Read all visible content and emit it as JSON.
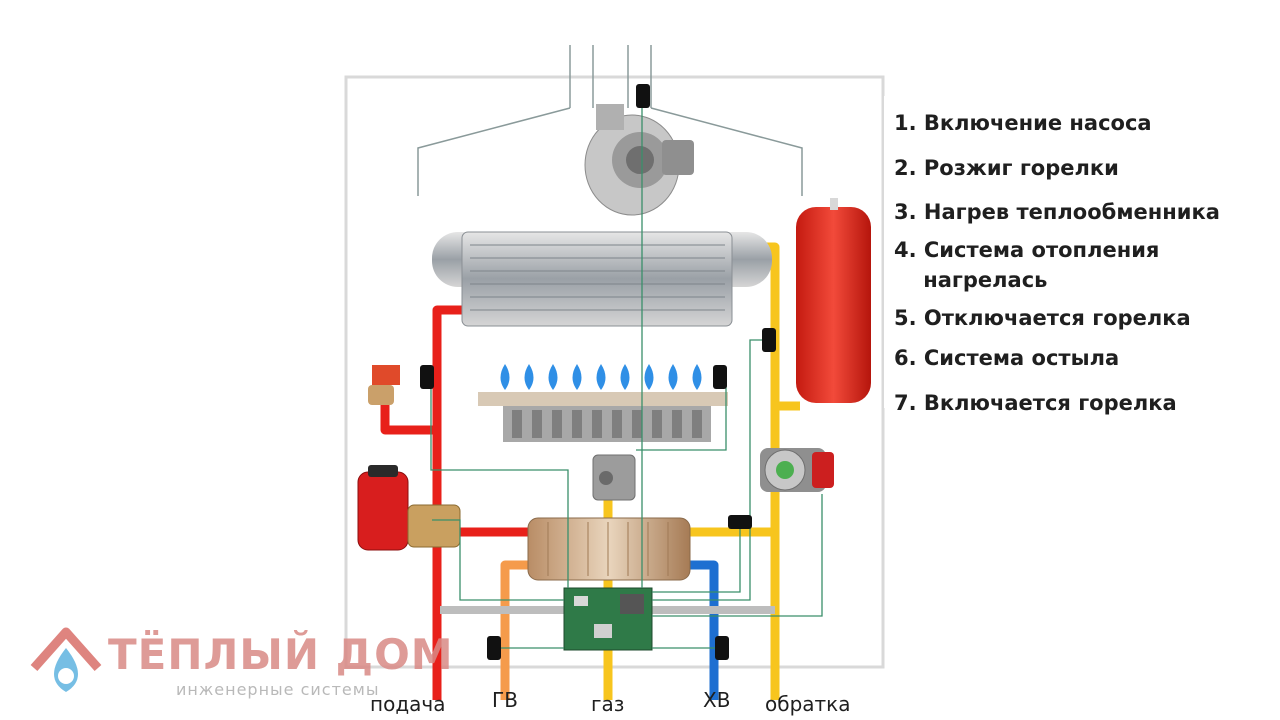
{
  "steps": [
    "1. Включение насоса",
    "2. Розжиг горелки",
    "3. Нагрев теплообменника",
    "4. Система отопления\n    нагрелась",
    "5. Отключается горелка",
    "6. Система остыла",
    "7. Включается горелка"
  ],
  "pipe_labels": {
    "supply": "подача",
    "hot_water": "ГВ",
    "gas": "газ",
    "cold_water": "ХВ",
    "return": "обратка"
  },
  "logo": {
    "title": "ТЁПЛЫЙ ДОМ",
    "subtitle": "инженерные системы"
  },
  "colors": {
    "supply_pipe": "#e8201a",
    "return_pipe": "#f7c51e",
    "hot_water_pipe": "#f59b4b",
    "cold_water_pipe": "#1e6fd1",
    "gas_pipe": "#f7c51e",
    "wire": "#3a8f6a",
    "flame": "#2f8fe6",
    "housing": "#d9d9d9"
  },
  "icons": [
    "fan-icon",
    "flame-icon",
    "pump-icon",
    "expansion-tank-icon",
    "valve-icon",
    "logo-house-icon"
  ]
}
